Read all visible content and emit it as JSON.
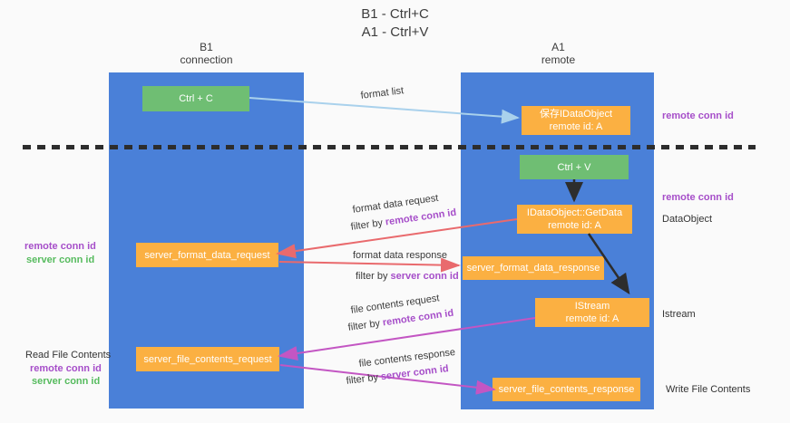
{
  "title": {
    "line1": "B1 - Ctrl+C",
    "line2": "A1 - Ctrl+V"
  },
  "lifelines": {
    "left": {
      "title": "B1",
      "subtitle": "connection"
    },
    "right": {
      "title": "A1",
      "subtitle": "remote"
    }
  },
  "boxes": {
    "ctrl_c": {
      "label": "Ctrl + C"
    },
    "ctrl_v": {
      "label": "Ctrl + V"
    },
    "store_idataobject": {
      "line1": "保存IDataObject",
      "line2": "remote id: A"
    },
    "getdata": {
      "line1": "IDataObject::GetData",
      "line2": "remote id: A"
    },
    "istream": {
      "line1": "IStream",
      "line2": "remote id: A"
    },
    "server_format_data_request": {
      "label": "server_format_data_request"
    },
    "server_format_data_response": {
      "label": "server_format_data_response"
    },
    "server_file_contents_request": {
      "label": "server_file_contents_request"
    },
    "server_file_contents_response": {
      "label": "server_file_contents_response"
    }
  },
  "side_labels": {
    "right_remote_conn_id_1": "remote conn id",
    "right_remote_conn_id_2": "remote conn id",
    "dataobject": "DataObject",
    "istream": "Istream",
    "write_file_contents": "Write File Contents",
    "left_remote_conn_id_1": "remote conn id",
    "left_server_conn_id_1": "server conn id",
    "read_file_contents": "Read File Contents",
    "left_remote_conn_id_2": "remote conn id",
    "left_server_conn_id_2": "server conn id"
  },
  "arrow_labels": {
    "format_list": "format list",
    "format_data_request": "format data request",
    "format_data_response": "format data response",
    "file_contents_request": "file contents request",
    "file_contents_response": "file contents response",
    "filter_by": "filter by ",
    "remote_conn_id": "remote conn id",
    "server_conn_id": "server conn id"
  },
  "colors": {
    "lifeline_blue": "#4a80d8",
    "box_green": "#6fbe73",
    "box_orange": "#fbb042",
    "arrow_salmon": "#e96a6d",
    "arrow_magenta": "#c356c3",
    "arrow_lightblue": "#a9d1ec",
    "arrow_black": "#2d2d2d",
    "text_purple": "#a64ec9",
    "text_green": "#56bb5e"
  }
}
